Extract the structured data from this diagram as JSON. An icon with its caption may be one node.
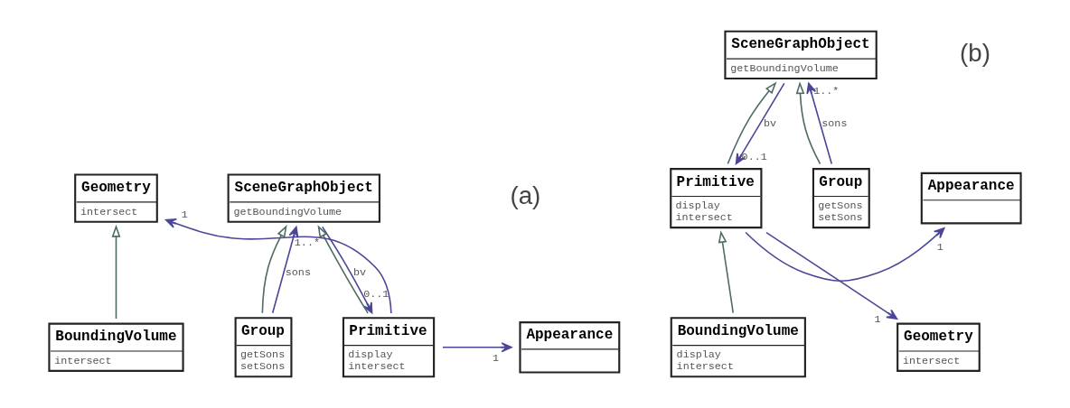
{
  "diagram": {
    "nodes": [
      {
        "text": [
          "SceneGraphObject",
          "getBoundingVolume"
        ]
      },
      {
        "text": [
          "Appearance"
        ]
      },
      {
        "text": [
          "Primitive",
          "display",
          "intersect"
        ]
      },
      {
        "text": [
          "Group",
          "getSons",
          "setSons"
        ]
      },
      {
        "text": [
          "Geometry",
          "intersect"
        ]
      },
      {
        "text": [
          "BoundingVolume",
          "intersect"
        ]
      },
      {
        "text": [
          "SceneGraphObject",
          "getBoundingVolume"
        ]
      },
      {
        "text": [
          "Appearance"
        ]
      },
      {
        "text": [
          "Primitive",
          "display",
          "intersect"
        ]
      },
      {
        "text": [
          "Group",
          "getSons",
          "setSons"
        ]
      },
      {
        "text": [
          "Geometry",
          "intersect"
        ]
      },
      {
        "text": [
          "BoundingVolume",
          "display",
          "intersect"
        ]
      }
    ],
    "edges": [
      {
        "from": 0,
        "to": 2,
        "arrow": "to",
        "label": "bv",
        "color": "#4b4696"
      },
      {
        "from": 2,
        "to": 0,
        "arrow": "to"
      },
      {
        "from": 3,
        "to": 0,
        "arrow": "to"
      },
      {
        "from": 3,
        "to": 0,
        "arrow": "to",
        "label": "sons",
        "color": "#4b4696"
      },
      {
        "from": 2,
        "to": 1,
        "arrow": "to",
        "color": "#4b4696"
      },
      {
        "from": 2,
        "to": 4,
        "arrow": "to",
        "color": "#4b4696"
      },
      {
        "from": 5,
        "to": 4,
        "arrow": "to"
      },
      {
        "from": 6,
        "to": 8,
        "arrow": "to",
        "label": "bv",
        "color": "#4b4696"
      },
      {
        "from": 8,
        "to": 6,
        "arrow": "to"
      },
      {
        "from": 9,
        "to": 6,
        "arrow": "to"
      },
      {
        "from": 9,
        "to": 6,
        "arrow": "to",
        "label": "sons",
        "color": "#4b4696"
      },
      {
        "from": 8,
        "to": 7,
        "arrow": "to",
        "color": "#4b4696"
      },
      {
        "from": 8,
        "to": 10,
        "arrow": "to",
        "color": "#4b4696"
      },
      {
        "from": 11,
        "to": 8,
        "arrow": "to"
      }
    ],
    "labels": [
      "(a)",
      "1..*",
      "0..1",
      "1",
      "1",
      "(b)",
      "1..*",
      "0..1",
      "1",
      "1"
    ]
  }
}
